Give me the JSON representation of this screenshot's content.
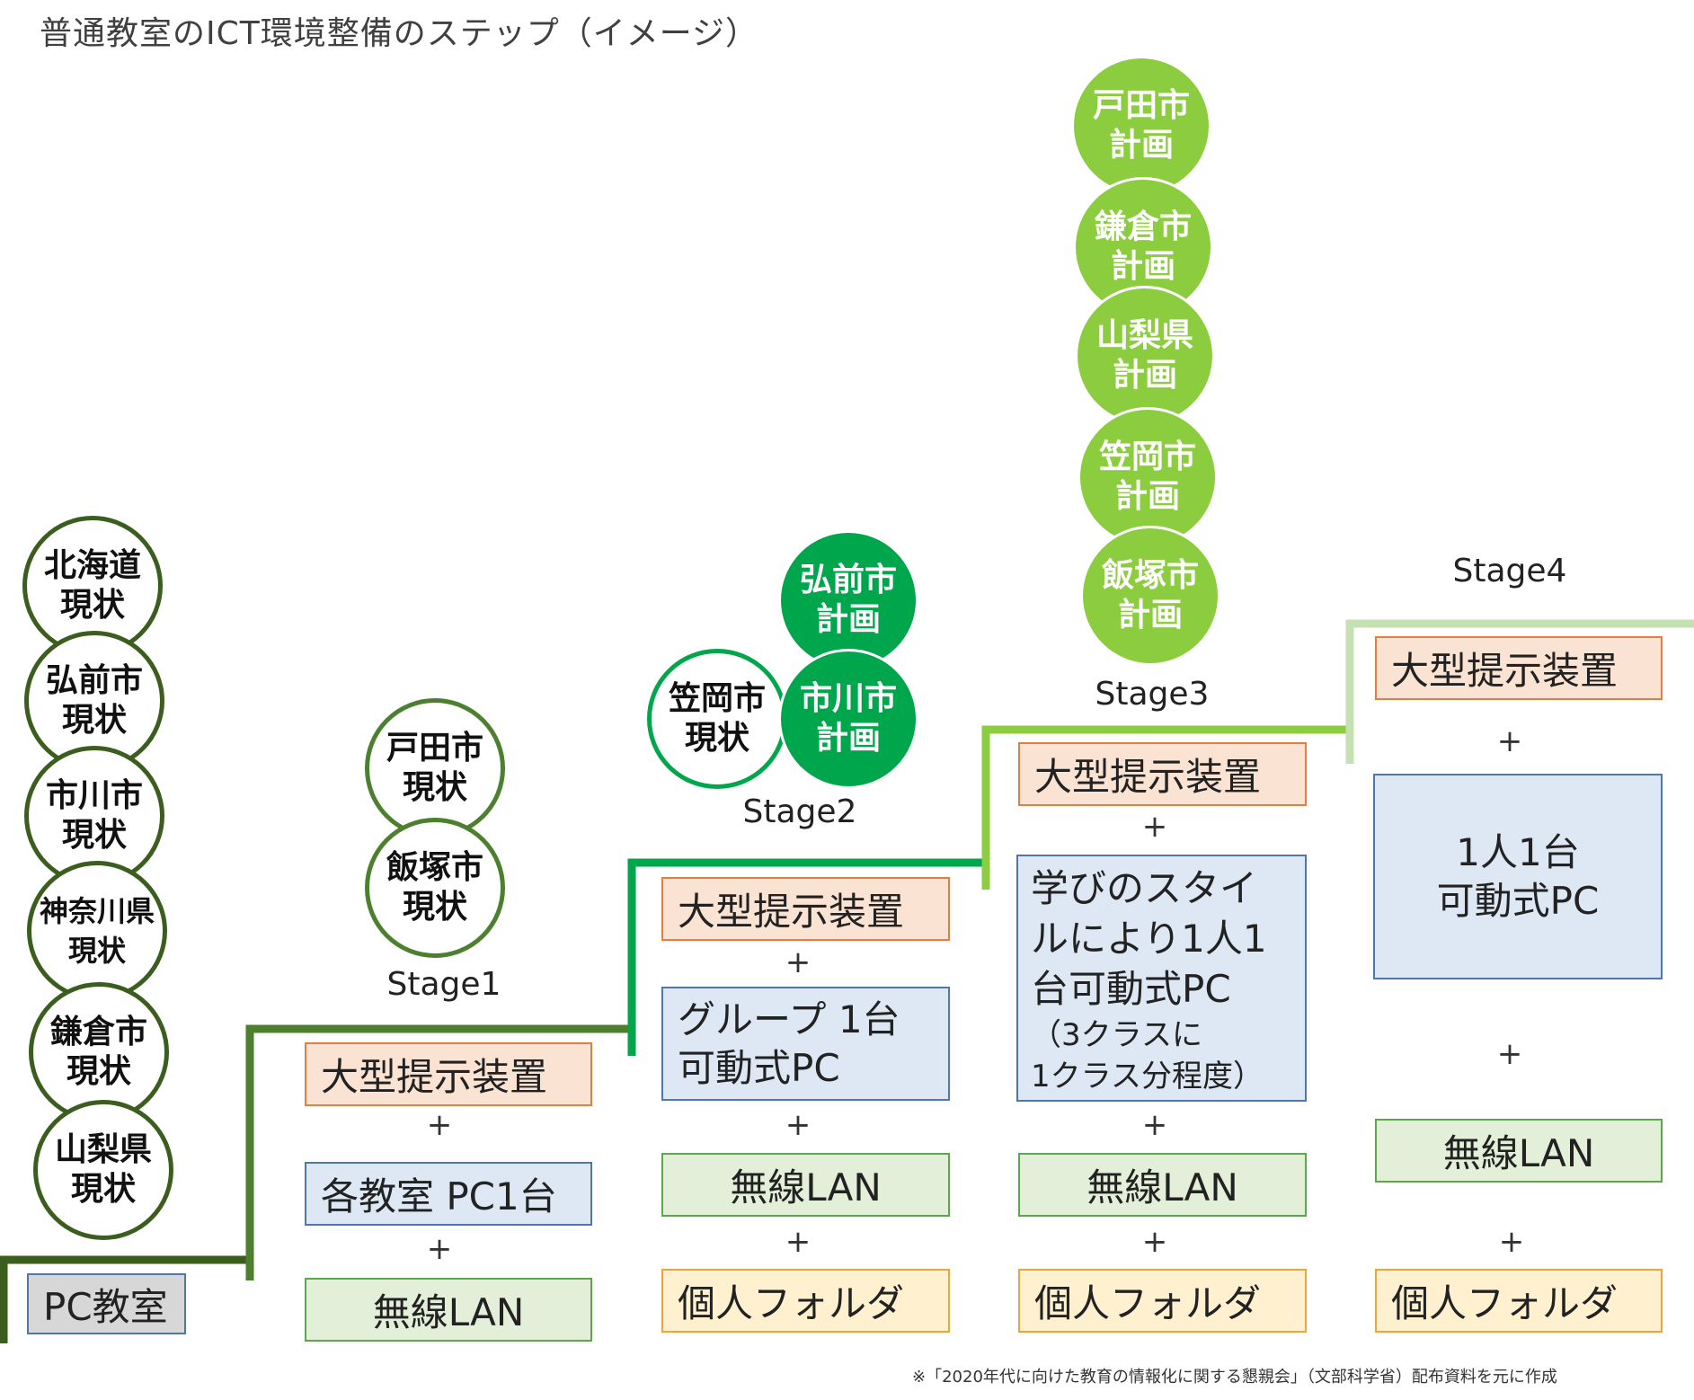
{
  "title": "普通教室のICT環境整備のステップ（イメージ）",
  "source_note": "※「2020年代に向けた教育の情報化に関する懇親会」（文部科学省）配布資料を元に作成",
  "plus_sign": "+",
  "colors": {
    "stage0_line": "#3b5e1f",
    "stage1_line": "#4c7f2e",
    "stage2_line": "#00a64b",
    "stage3_line": "#8ccc3f",
    "stage4_line": "#c5e0b3"
  },
  "stage0": {
    "circles": [
      {
        "line1": "北海道",
        "line2": "現状"
      },
      {
        "line1": "弘前市",
        "line2": "現状"
      },
      {
        "line1": "市川市",
        "line2": "現状"
      },
      {
        "line1": "神奈川県",
        "line2": "現状"
      },
      {
        "line1": "鎌倉市",
        "line2": "現状"
      },
      {
        "line1": "山梨県",
        "line2": "現状"
      }
    ],
    "items": [
      "PC教室"
    ]
  },
  "stage1": {
    "label": "Stage1",
    "circles": [
      {
        "line1": "戸田市",
        "line2": "現状"
      },
      {
        "line1": "飯塚市",
        "line2": "現状"
      }
    ],
    "items": [
      "大型提示装置",
      "各教室 PC1台",
      "無線LAN"
    ]
  },
  "stage2": {
    "label": "Stage2",
    "circles": [
      {
        "line1": "弘前市",
        "line2": "計画"
      },
      {
        "line1": "笠岡市",
        "line2": "現状"
      },
      {
        "line1": "市川市",
        "line2": "計画"
      }
    ],
    "items": [
      "大型提示装置",
      "グループ 1台",
      "可動式PC",
      "無線LAN",
      "個人フォルダ"
    ]
  },
  "stage3": {
    "label": "Stage3",
    "circles": [
      {
        "line1": "戸田市",
        "line2": "計画"
      },
      {
        "line1": "鎌倉市",
        "line2": "計画"
      },
      {
        "line1": "山梨県",
        "line2": "計画"
      },
      {
        "line1": "笠岡市",
        "line2": "計画"
      },
      {
        "line1": "飯塚市",
        "line2": "計画"
      }
    ],
    "items": {
      "display": "大型提示装置",
      "pc_lines": [
        "学びのスタイ",
        "ルにより1人1",
        "台可動式PC"
      ],
      "pc_note_lines": [
        "（3クラスに",
        "1クラス分程度）"
      ],
      "lan": "無線LAN",
      "folder": "個人フォルダ"
    }
  },
  "stage4": {
    "label": "Stage4",
    "items": {
      "display": "大型提示装置",
      "pc_line1": "1人1台",
      "pc_line2": "可動式PC",
      "lan": "無線LAN",
      "folder": "個人フォルダ"
    }
  }
}
